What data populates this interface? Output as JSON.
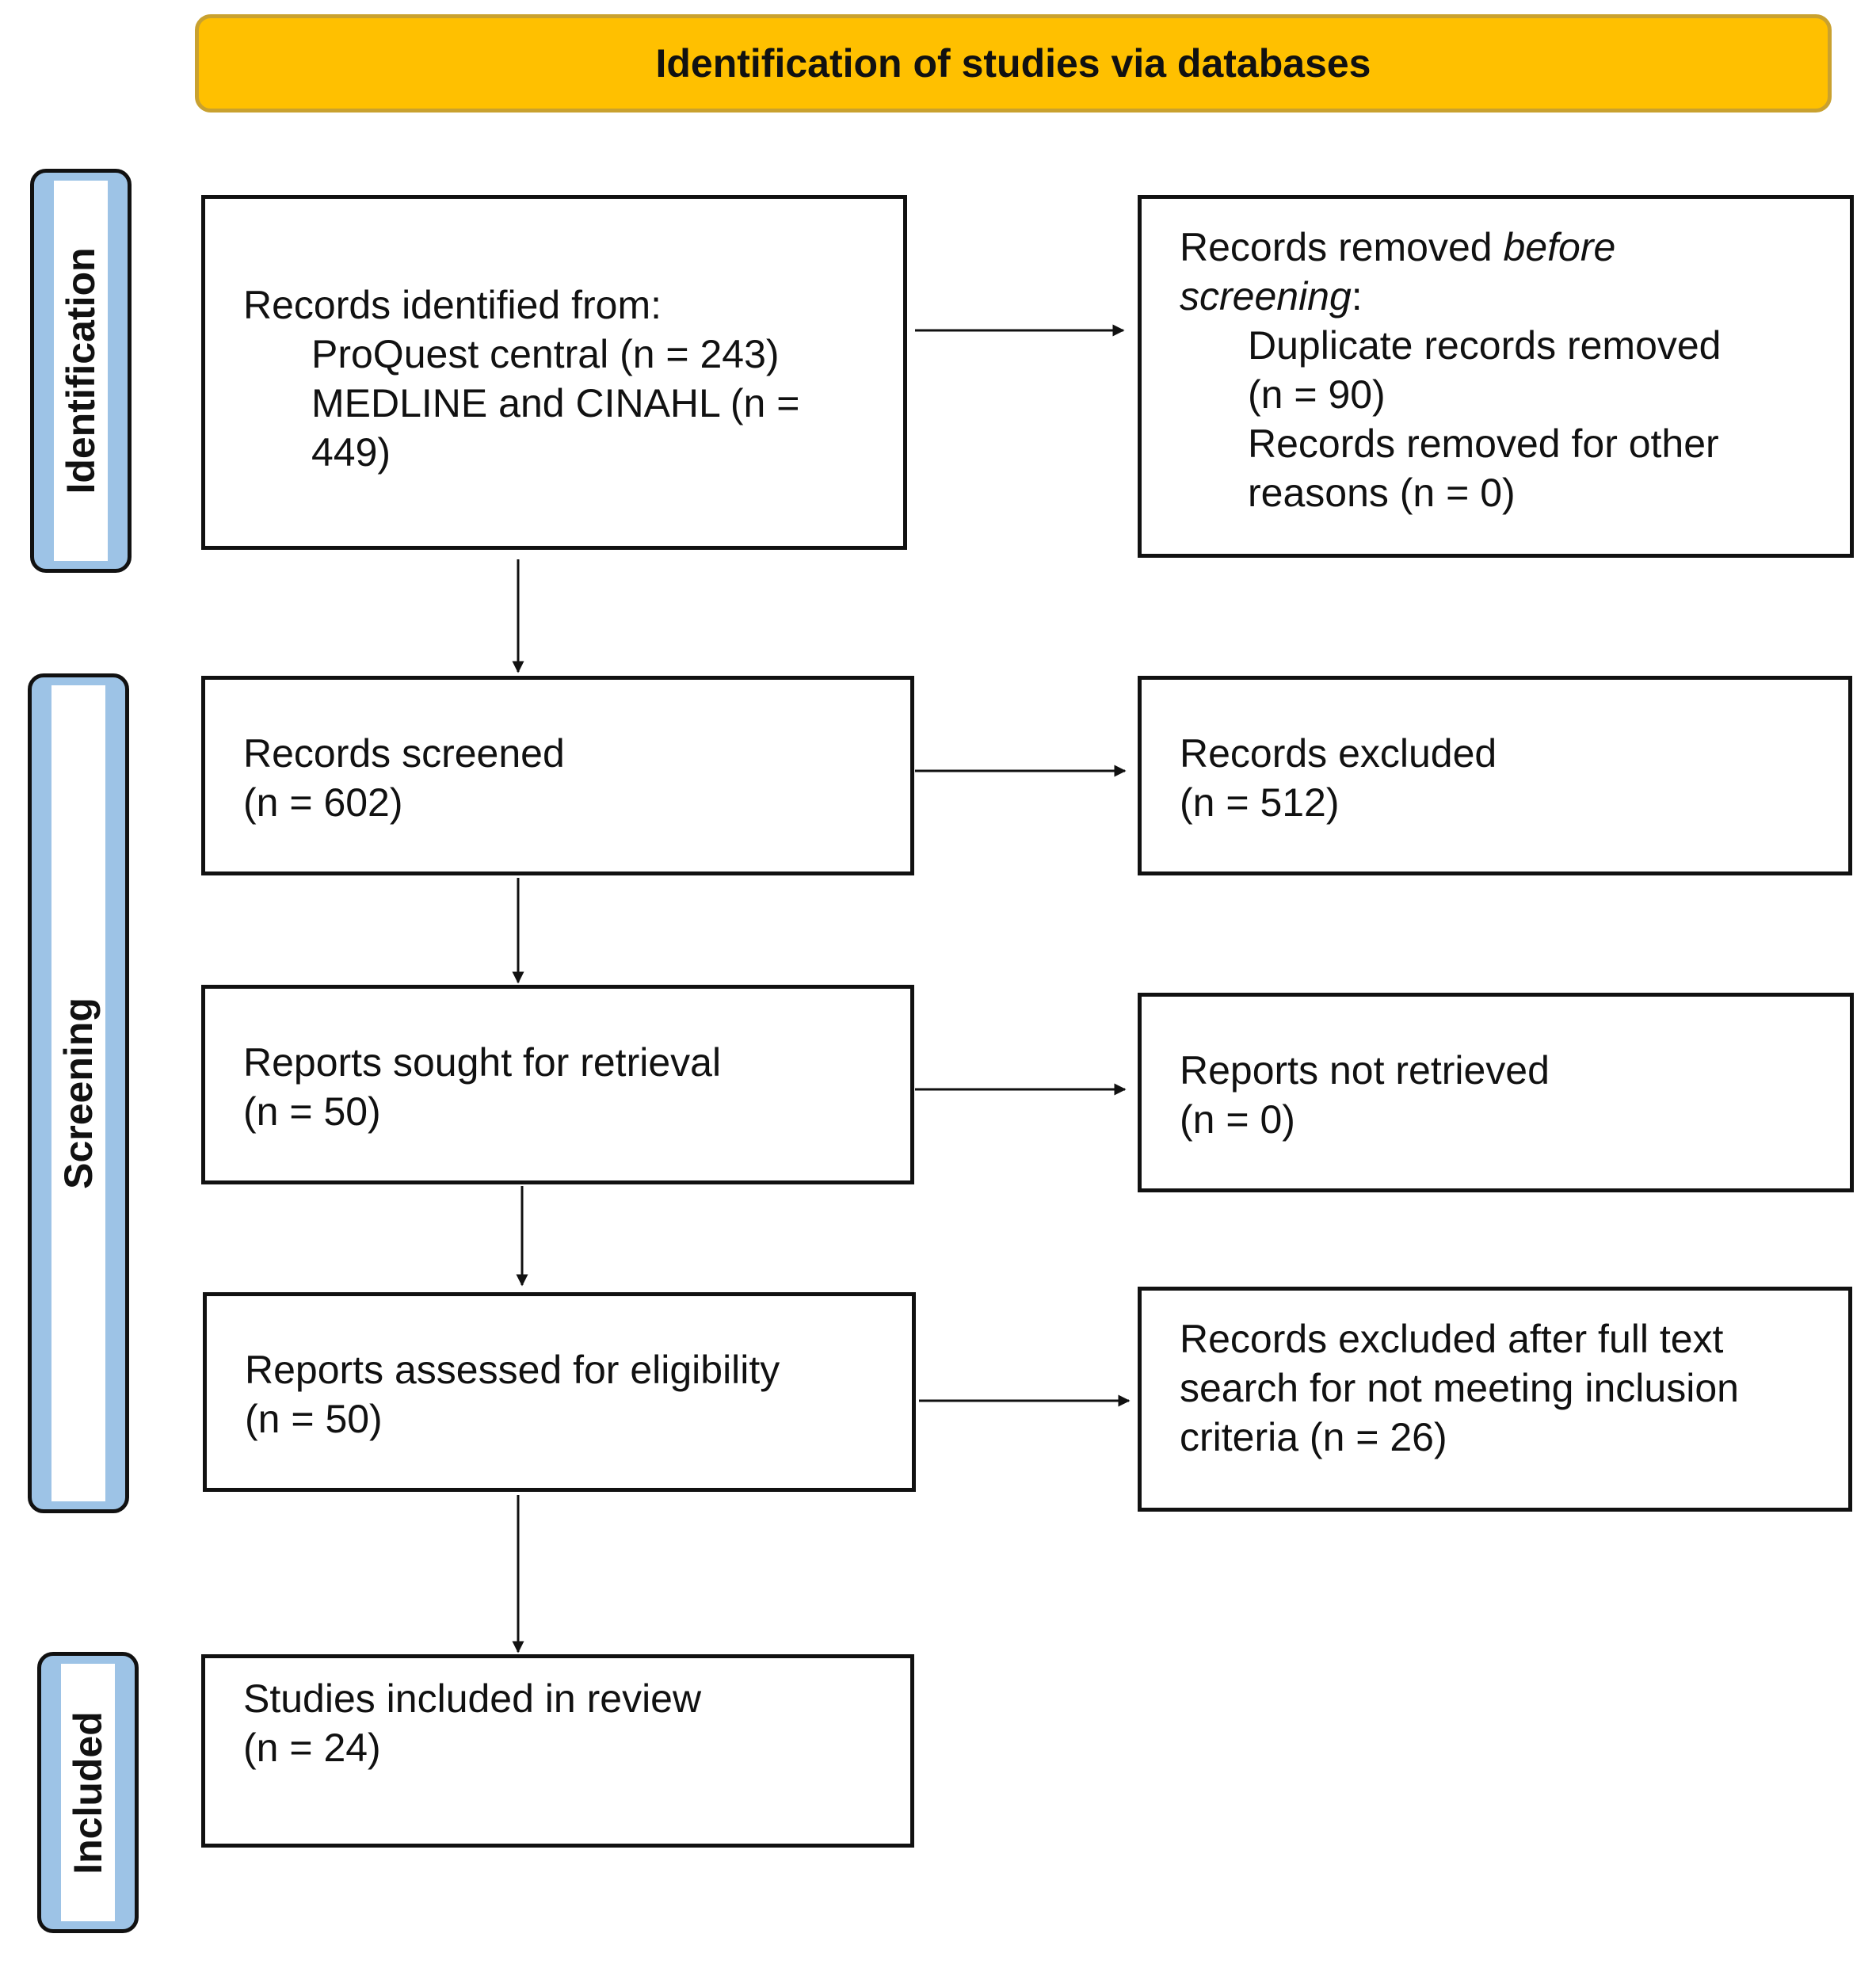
{
  "header": {
    "title": "Identification of studies via databases"
  },
  "colors": {
    "banner_fill": "#FFC000",
    "banner_border": "#C9A12F",
    "stage_fill": "#9DC3E6",
    "line": "#111111"
  },
  "stages": {
    "identification": "Identification",
    "screening": "Screening",
    "included": "Included"
  },
  "boxes": {
    "records_identified": {
      "heading": "Records identified from:",
      "source_1": "ProQuest central  (n = 243)",
      "source_2_a": "MEDLINE and CINAHL (n =",
      "source_2_b": "449)"
    },
    "records_removed": {
      "heading_a": "Records removed ",
      "heading_em": "before",
      "heading_em2": "screening",
      "heading_colon": ":",
      "duplicates_a": "Duplicate records removed",
      "duplicates_b": "(n = 90)",
      "other_a": "Records removed for other",
      "other_b": "reasons (n = 0)"
    },
    "records_screened": {
      "label": "Records screened",
      "count": "(n = 602)"
    },
    "records_excluded": {
      "label": "Records excluded",
      "count": "(n = 512)"
    },
    "reports_sought": {
      "label": "Reports sought for retrieval",
      "count": "(n = 50)"
    },
    "reports_not_retrieved": {
      "label": "Reports not retrieved",
      "count": "(n = 0)"
    },
    "reports_assessed": {
      "label": "Reports assessed for eligibility",
      "count": "(n = 50)"
    },
    "excluded_full_text": {
      "line_1": "Records excluded after full text",
      "line_2": "search for not meeting inclusion",
      "line_3": "criteria (n = 26)"
    },
    "studies_included": {
      "label": "Studies included in review",
      "count": "(n = 24)"
    }
  }
}
